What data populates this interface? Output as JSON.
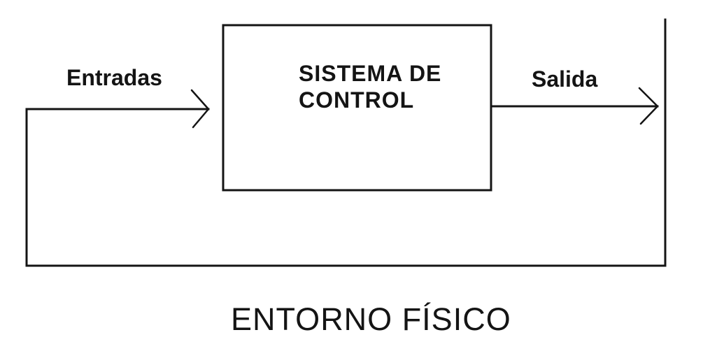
{
  "diagram": {
    "title": "ENTORNO FÍSICO",
    "box": {
      "label_line1": "SISTEMA DE",
      "label_line2": "CONTROL"
    },
    "arrows": {
      "input_label": "Entradas",
      "output_label": "Salida"
    },
    "colors": {
      "line": "#141414",
      "text": "#141414",
      "background": "#ffffff"
    }
  }
}
